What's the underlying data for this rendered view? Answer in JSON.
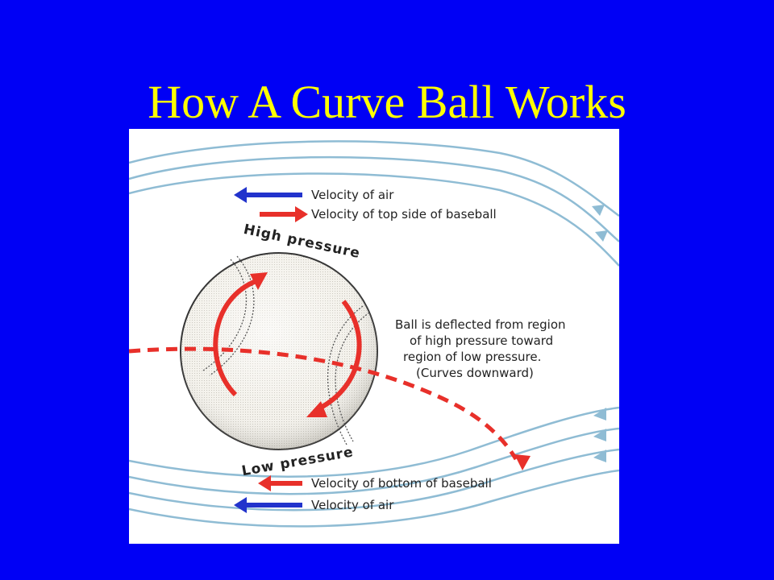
{
  "slide": {
    "title": "How A Curve Ball Works"
  },
  "diagram": {
    "legend_top": {
      "air": "Velocity of air",
      "ball": "Velocity of top side of baseball"
    },
    "legend_bottom": {
      "ball": "Velocity of bottom of baseball",
      "air": "Velocity of air"
    },
    "high_pressure": "High pressure",
    "low_pressure": "Low pressure",
    "explanation": [
      "Ball is deflected from region",
      "of high pressure toward",
      "region of low pressure.",
      "(Curves downward)"
    ]
  },
  "colors": {
    "background": "#0000f5",
    "title": "#ffff00",
    "airflow": "#8fbcd4",
    "red_arrow": "#e8302a",
    "blue_arrow": "#2233cc"
  }
}
